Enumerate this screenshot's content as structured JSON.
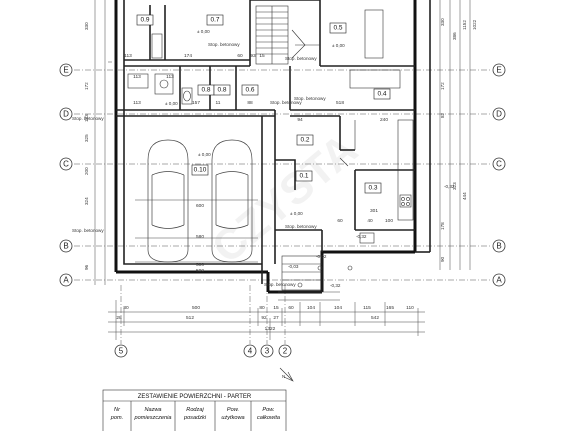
{
  "axes_left": [
    "E",
    "D",
    "C",
    "B",
    "A"
  ],
  "axes_right": [
    "E",
    "D",
    "C",
    "B",
    "A"
  ],
  "axes_bottom": [
    "5",
    "4",
    "3",
    "2"
  ],
  "rooms": [
    "0.9",
    "0.7",
    "0.5",
    "0.4",
    "0.8",
    "0.8",
    "0.6",
    "0.2",
    "0.10",
    "0.1",
    "0.3"
  ],
  "levels": [
    "± 0,00",
    "± 0,00",
    "± 0,00",
    "± 0,00",
    "± 0,00",
    "-0,03",
    "-0,32",
    "-0,32",
    "-0,32",
    "-0,02"
  ],
  "dims_top_row": [
    "113",
    "174",
    "60",
    "93",
    "15",
    "113",
    "113",
    "113",
    "157",
    "11",
    "88"
  ],
  "dims_main": [
    "94",
    "240",
    "518",
    "600",
    "500",
    "580",
    "500",
    "301",
    "60",
    "100",
    "40"
  ],
  "dims_bottom_1": [
    "80",
    "500",
    "80",
    "15",
    "60",
    "104",
    "104",
    "115",
    "165",
    "110"
  ],
  "dims_bottom_2": [
    "28",
    "512",
    "92",
    "27",
    "542"
  ],
  "dims_bottom_total": "1322",
  "dims_left_vertical": [
    "330",
    "172",
    "133",
    "325",
    "200",
    "324",
    "96"
  ],
  "dims_right_vertical": [
    "330",
    "172",
    "82",
    "386",
    "323",
    "1152",
    "1022",
    "444",
    "178",
    "90"
  ],
  "small_labels": [
    "Stop. betonowy",
    "Stop. betonowy",
    "Stop. betonowy",
    "Stop. betonowy",
    "Stop. betonowy",
    "Stop. betonowy",
    "Stop. betonowy",
    "Stop. betonowy"
  ],
  "watermark": "CZYSTA",
  "north_arrow": "N",
  "table": {
    "title": "ZESTAWIENIE POWIERZCHNI - PARTER",
    "headers": [
      [
        "Nr",
        "pom."
      ],
      [
        "Nazwa",
        "pomieszczenia"
      ],
      [
        "Rodzaj",
        "posadzki"
      ],
      [
        "Pow.",
        "użytkowa"
      ],
      [
        "Pow.",
        "całkowita"
      ]
    ]
  }
}
